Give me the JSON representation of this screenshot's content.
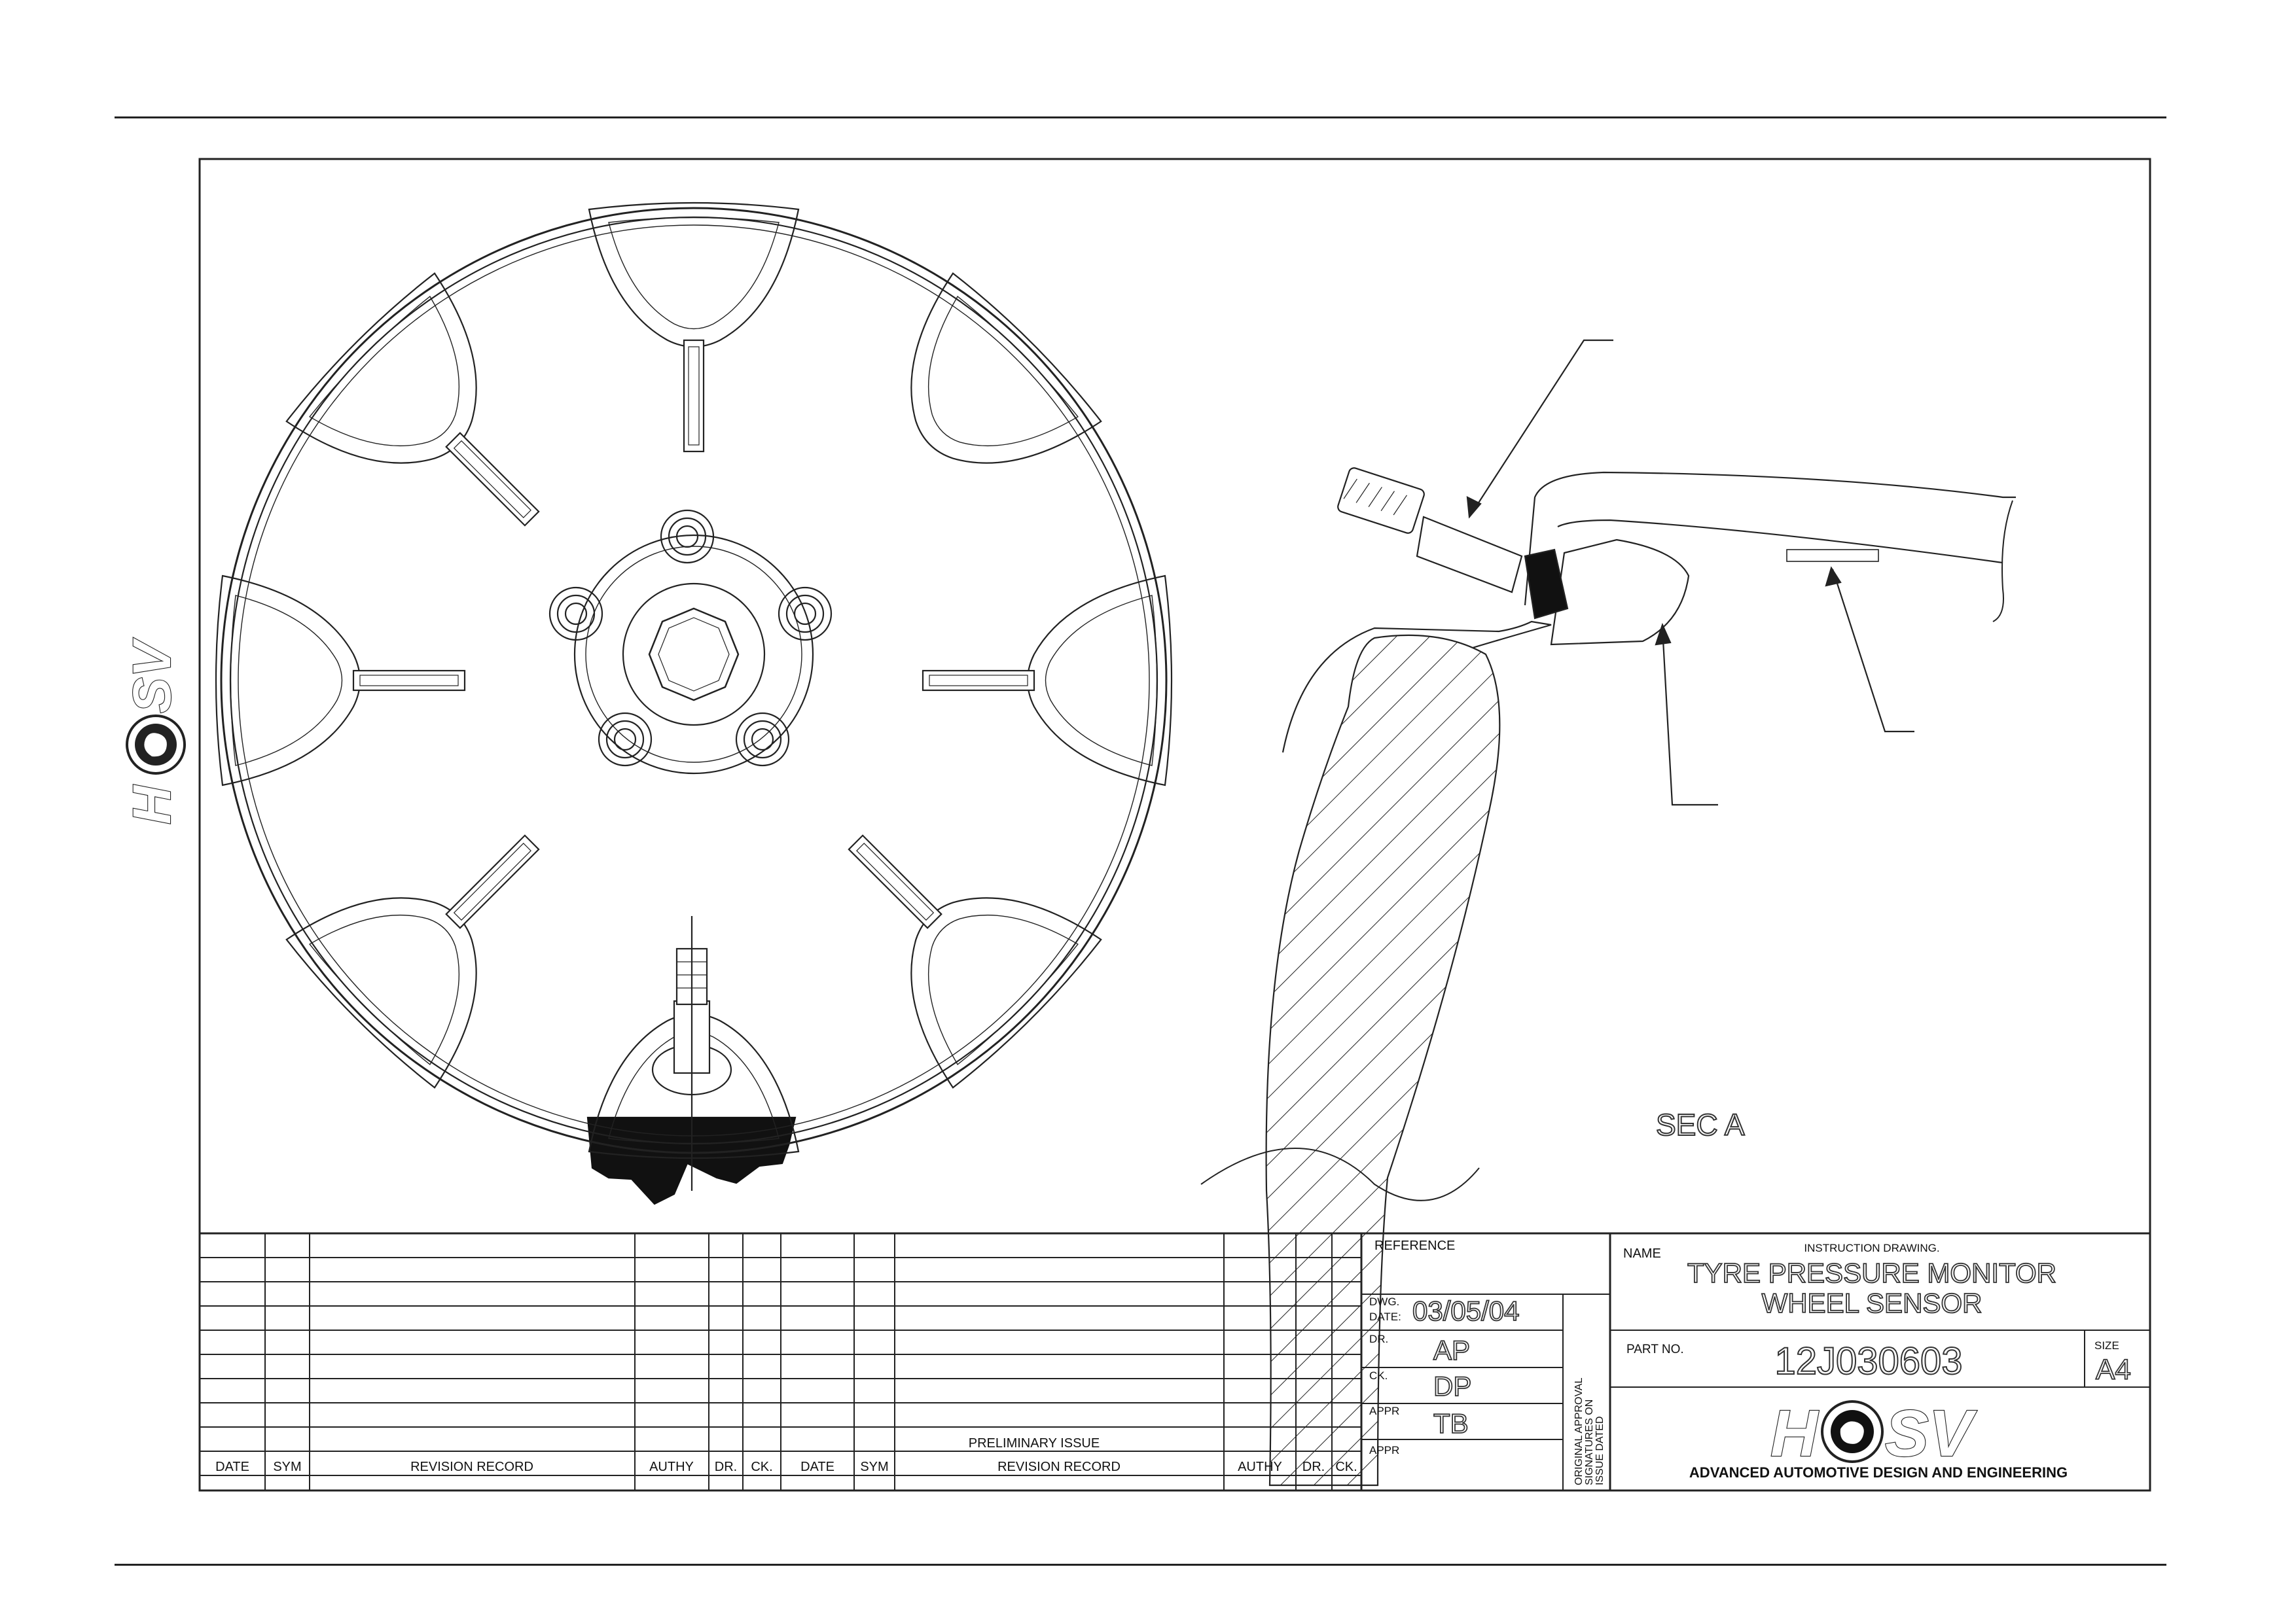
{
  "view_label": "SEC A",
  "title_block": {
    "reference_label": "REFERENCE",
    "dwg_date_label_1": "DWG.",
    "dwg_date_label_2": "DATE:",
    "dwg_date": "03/05/04",
    "dr_label": "DR.",
    "dr_value": "AP",
    "ck_label": "CK.",
    "ck_value": "DP",
    "appr_label": "APPR",
    "appr_value": "TB",
    "appr_label_2": "APPR",
    "approval_note": [
      "ORIGINAL APPROVAL",
      "SIGNATURES ON",
      "ISSUE DATED"
    ],
    "name_label": "NAME",
    "instruction": "INSTRUCTION DRAWING.",
    "title_line_1": "TYRE PRESSURE MONITOR",
    "title_line_2": "WHEEL SENSOR",
    "part_no_label": "PART NO.",
    "part_no": "12J030603",
    "size_label": "SIZE",
    "size": "A4",
    "company": "ADVANCED AUTOMOTIVE DESIGN AND ENGINEERING"
  },
  "revision_table": {
    "preliminary_issue": "PRELIMINARY ISSUE",
    "headers": [
      "DATE",
      "SYM",
      "REVISION RECORD",
      "AUTHY",
      "DR.",
      "CK.",
      "DATE",
      "SYM",
      "REVISION RECORD",
      "AUTHY",
      "DR.",
      "CK."
    ]
  },
  "logo": {
    "left": "H",
    "right": "SV"
  }
}
